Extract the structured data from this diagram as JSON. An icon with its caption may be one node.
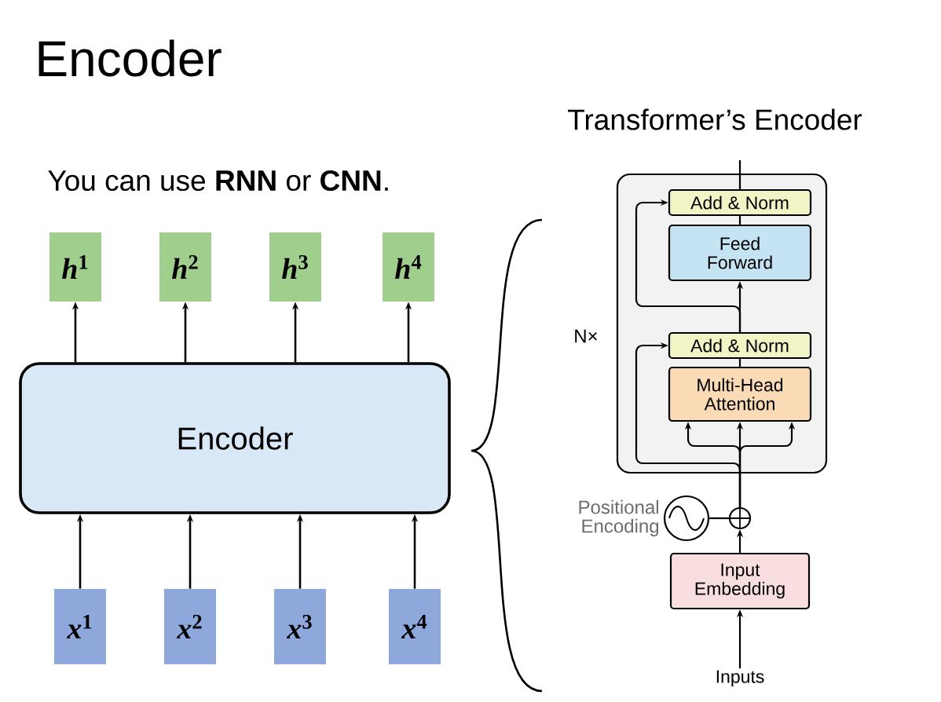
{
  "diagram": {
    "title": "Encoder",
    "nodes": [
      {
        "text": [
          "*h*$^{1}$"
        ]
      },
      {
        "text": [
          "*h*$^{2}$"
        ]
      },
      {
        "text": [
          "*h*$^{3}$"
        ]
      },
      {
        "text": [
          "*h*$^{4}$"
        ]
      },
      {
        "text": [
          "Encoder"
        ]
      },
      {
        "text": [
          "*x*$^{1}$"
        ]
      },
      {
        "text": [
          "*x*$^{2}$"
        ]
      },
      {
        "text": [
          "*x*$^{3}$"
        ]
      },
      {
        "text": [
          "*x*$^{4}$"
        ]
      },
      {
        "text": [
          "N×"
        ]
      },
      {
        "text": [
          "Add & Norm"
        ],
        "in": 9
      },
      {
        "text": [
          "Feed Forward"
        ],
        "in": 9
      },
      {
        "text": [
          "Add & Norm"
        ],
        "in": 9
      },
      {
        "text": [
          "Multi-Head Attention"
        ],
        "in": 9
      },
      {
        "text": [],
        "shape": "circle",
        "beside": [
          "Positional Encoding"
        ]
      },
      {
        "text": [],
        "shape": "circle"
      },
      {
        "text": [
          "Input Embedding"
        ]
      },
      {
        "text": [
          "Inputs"
        ]
      }
    ],
    "edges": [
      {
        "from": 5,
        "to": 4,
        "arrow": "to"
      },
      {
        "from": 6,
        "to": 4,
        "arrow": "to"
      },
      {
        "from": 7,
        "to": 4,
        "arrow": "to"
      },
      {
        "from": 8,
        "to": 4,
        "arrow": "to"
      },
      {
        "from": 4,
        "to": 0,
        "arrow": "to"
      },
      {
        "from": 4,
        "to": 1,
        "arrow": "to"
      },
      {
        "from": 4,
        "to": 2,
        "arrow": "to"
      },
      {
        "from": 4,
        "to": 3,
        "arrow": "to"
      },
      {
        "from": 17,
        "to": 16,
        "arrow": "to"
      },
      {
        "from": 16,
        "to": 15,
        "arrow": "to"
      },
      {
        "from": 14,
        "to": 15,
        "arrow": "none"
      },
      {
        "from": 15,
        "to": 13,
        "arrow": "to"
      },
      {
        "from": 15,
        "to": 13,
        "arrow": "to"
      },
      {
        "from": 15,
        "to": 13,
        "arrow": "to"
      },
      {
        "from": 15,
        "to": 12,
        "arrow": "to"
      },
      {
        "from": 13,
        "to": 12,
        "arrow": "none"
      },
      {
        "from": 12,
        "to": 11,
        "arrow": "to"
      },
      {
        "from": 12,
        "to": 10,
        "arrow": "to"
      },
      {
        "from": 11,
        "to": 10,
        "arrow": "none"
      },
      {
        "from": 10,
        "to": null,
        "arrow": "none"
      }
    ],
    "labels": [
      "You can use **RNN** or **CNN**.",
      "Transformer’s Encoder"
    ]
  }
}
